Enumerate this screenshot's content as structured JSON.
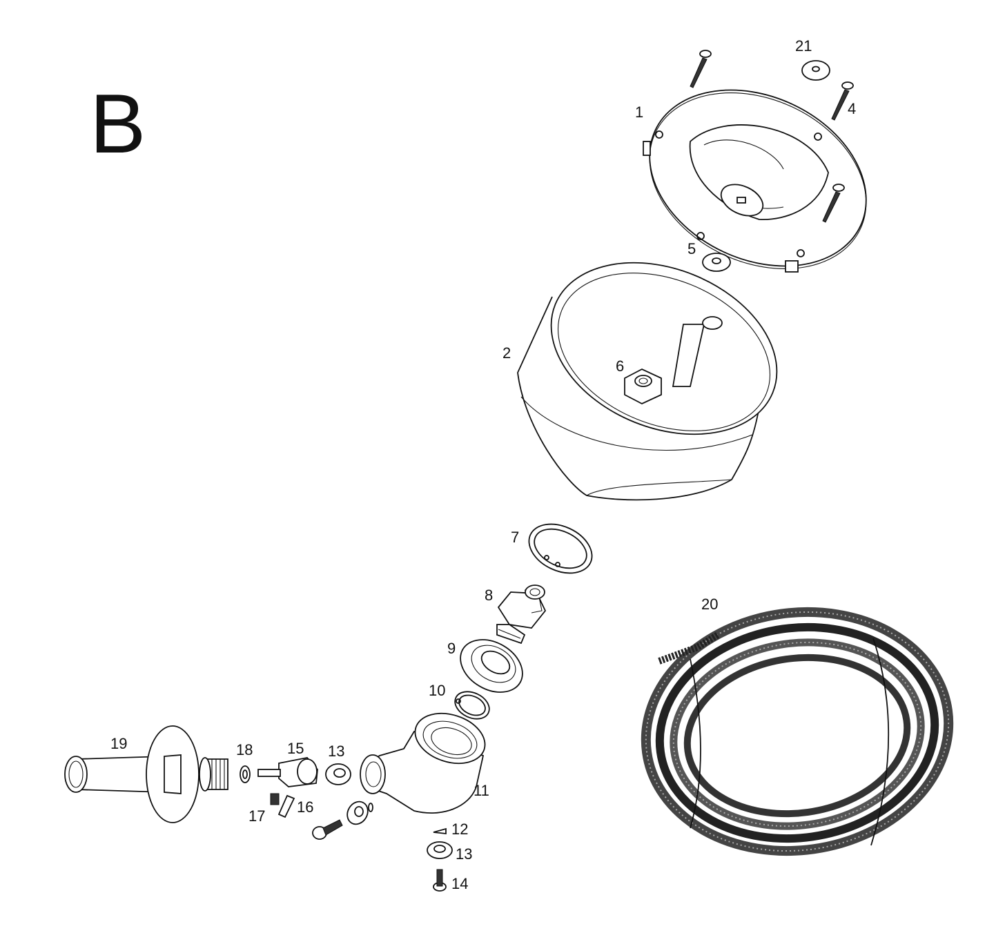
{
  "section_letter": "B",
  "parts": [
    {
      "id": "1",
      "label": "1",
      "name": "mounting flange"
    },
    {
      "id": "2",
      "label": "2",
      "name": "drum"
    },
    {
      "id": "4",
      "label": "4",
      "name": "screw"
    },
    {
      "id": "5",
      "label": "5",
      "name": "washer"
    },
    {
      "id": "6",
      "label": "6",
      "name": "nut"
    },
    {
      "id": "7",
      "label": "7",
      "name": "retaining ring"
    },
    {
      "id": "8",
      "label": "8",
      "name": "fitting"
    },
    {
      "id": "9",
      "label": "9",
      "name": "bearing"
    },
    {
      "id": "10",
      "label": "10",
      "name": "retaining ring"
    },
    {
      "id": "11",
      "label": "11",
      "name": "housing"
    },
    {
      "id": "12",
      "label": "12",
      "name": "key"
    },
    {
      "id": "13a",
      "label": "13",
      "name": "bearing"
    },
    {
      "id": "13b",
      "label": "13",
      "name": "bearing"
    },
    {
      "id": "14",
      "label": "14",
      "name": "screw"
    },
    {
      "id": "15",
      "label": "15",
      "name": "coupler"
    },
    {
      "id": "16",
      "label": "16",
      "name": "pin"
    },
    {
      "id": "17",
      "label": "17",
      "name": "set screw"
    },
    {
      "id": "18",
      "label": "18",
      "name": "washer"
    },
    {
      "id": "19",
      "label": "19",
      "name": "guide tube"
    },
    {
      "id": "20",
      "label": "20",
      "name": "cable"
    },
    {
      "id": "21",
      "label": "21",
      "name": "cap"
    }
  ]
}
